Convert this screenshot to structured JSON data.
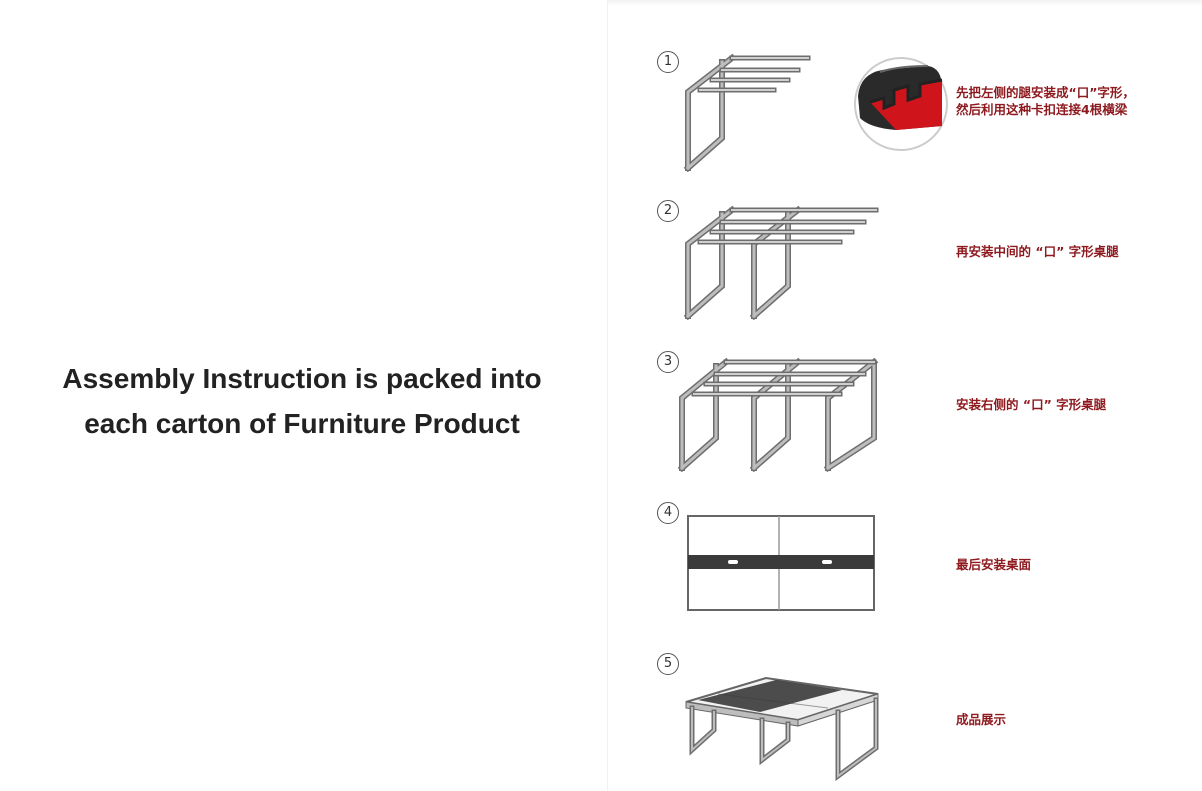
{
  "caption": {
    "line1": "Assembly Instruction is packed into",
    "line2": "each carton of Furniture Product"
  },
  "steps": [
    {
      "number": "1",
      "label_line1": "先把左侧的腿安装成“口”字形，",
      "label_line2": "然后利用这种卡扣连接4根横梁"
    },
    {
      "number": "2",
      "label": "再安装中间的 “口” 字形桌腿"
    },
    {
      "number": "3",
      "label": "安装右侧的 “口” 字形桌腿"
    },
    {
      "number": "4",
      "label": "最后安装桌面"
    },
    {
      "number": "5",
      "label": "成品展示"
    }
  ],
  "colors": {
    "label_red": "#8e1a1f",
    "frame_gray": "#8a8a8a",
    "frame_dark": "#555555",
    "clip_red": "#d0141c",
    "clip_black": "#222222",
    "caption_text": "#222222"
  }
}
